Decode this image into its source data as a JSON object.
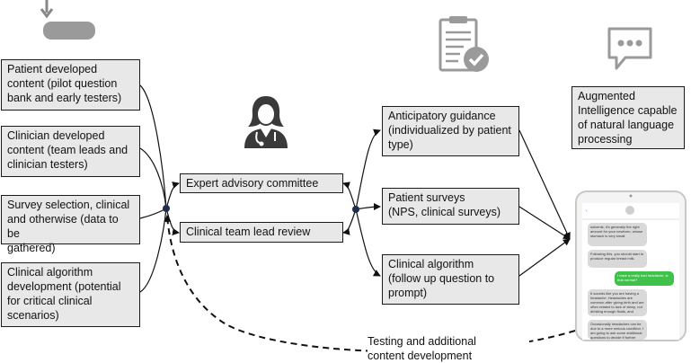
{
  "colors": {
    "box_fill": "#e8e8e8",
    "box_border": "#1a1a1a",
    "icon_gray": "#9a9a9a",
    "bubble_green": "#3ec24a",
    "bubble_gray": "#d9d9d9"
  },
  "inputs": [
    {
      "text": "Patient developed\ncontent (pilot question\nbank and early testers)"
    },
    {
      "text": "Clinician developed\ncontent (team leads and\nclinician testers)"
    },
    {
      "text": "Survey selection, clinical\nand otherwise (data to be\ngathered)"
    },
    {
      "text": "Clinical algorithm\ndevelopment (potential\nfor critical clinical\nscenarios)"
    }
  ],
  "review": [
    {
      "text": "Expert advisory committee"
    },
    {
      "text": "Clinical team lead review"
    }
  ],
  "outputs": [
    {
      "text": "Anticipatory guidance\n(individualized by patient\ntype)"
    },
    {
      "text": "Patient surveys\n(NPS, clinical surveys)"
    },
    {
      "text": "Clinical algorithm\n(follow up question to\nprompt)"
    }
  ],
  "ai_label": "Augmented\nIntelligence capable\nof natural language\nprocessing",
  "feedback_label": "Testing and additional\ncontent development",
  "icons": {
    "top_left": "database-icon",
    "doctor": "doctor-icon",
    "checklist": "clipboard-check-icon",
    "chat": "chat-bubble-icon",
    "phone": "smartphone-icon"
  },
  "phone_messages": [
    {
      "side": "left",
      "text": "solvents, it's generally the right amount for your newborn, whose stomach is very small."
    },
    {
      "side": "left",
      "text": "Following this, you should start to produce regular breast milk."
    },
    {
      "side": "right",
      "text": "I have a really bad headache, is that normal?"
    },
    {
      "side": "left",
      "text": "It sounds like you are having a headache. Headaches are common after giving birth and are often related to lack of sleep, not drinking enough fluids, and hormonal shifts"
    },
    {
      "side": "left",
      "text": "Occasionally headaches can be due to a more serious condition. I am going to ask some additional questions to decide if further action is"
    }
  ]
}
